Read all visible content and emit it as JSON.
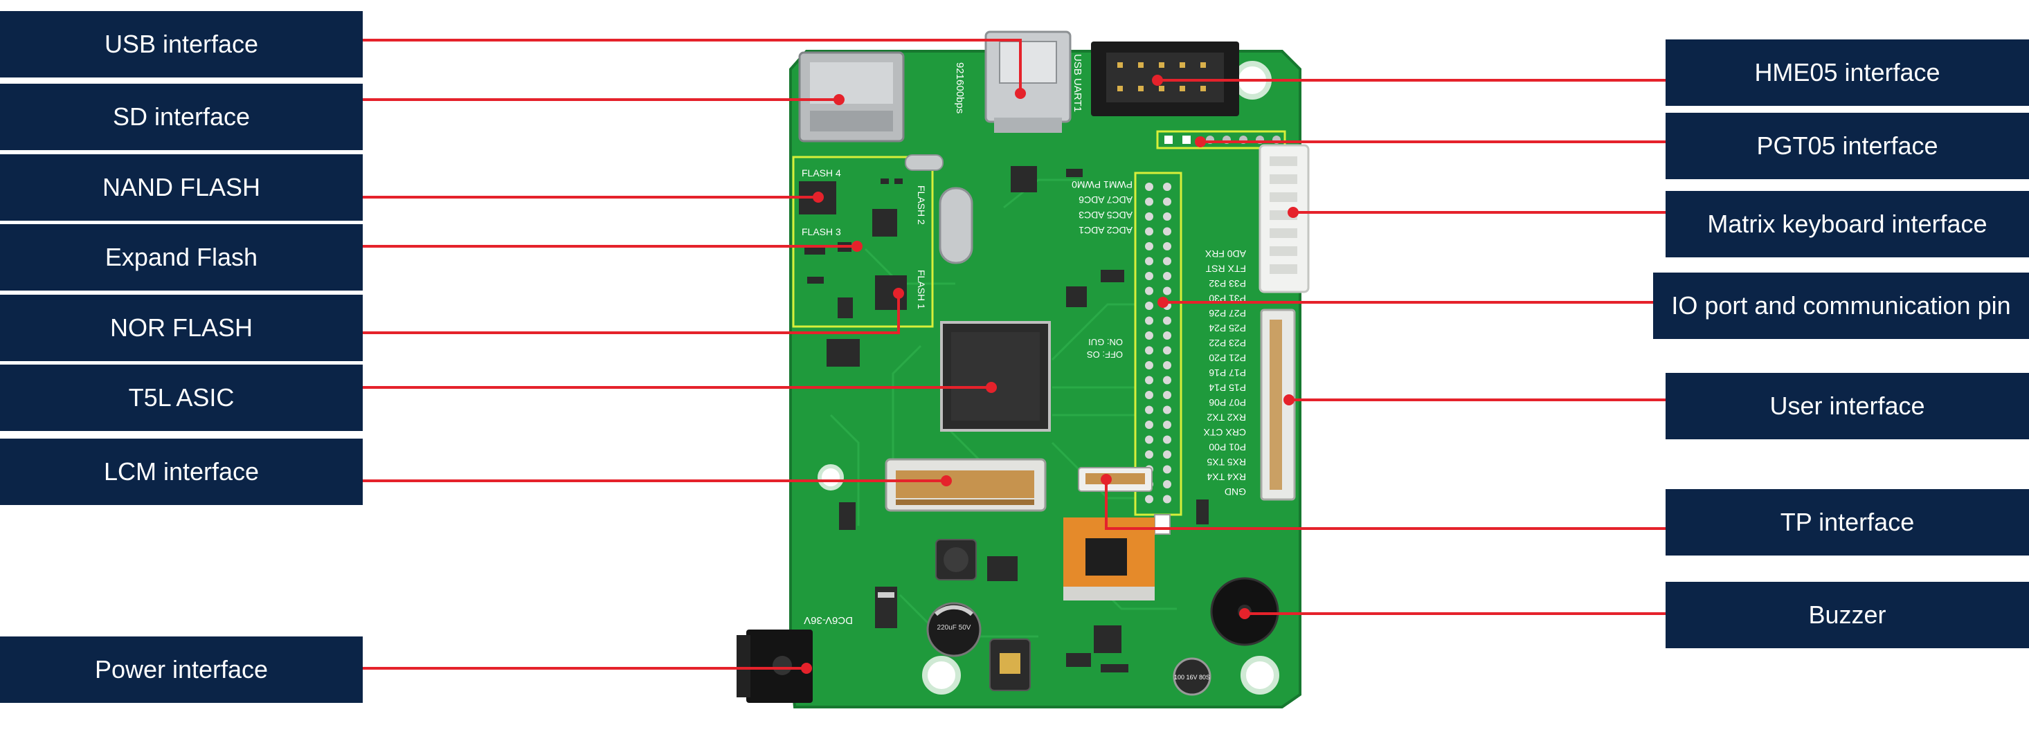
{
  "colors": {
    "label_bg": "#0b2447",
    "label_text": "#ffffff",
    "leader_line": "#e5222b",
    "pcb": "#1f9a3c",
    "highlight": "#d7ef3a"
  },
  "callouts_left": [
    {
      "id": "usb",
      "label": "USB interface"
    },
    {
      "id": "sd",
      "label": "SD interface"
    },
    {
      "id": "nand",
      "label": "NAND FLASH"
    },
    {
      "id": "expand",
      "label": "Expand Flash"
    },
    {
      "id": "nor",
      "label": "NOR FLASH"
    },
    {
      "id": "asic",
      "label": "T5L ASIC"
    },
    {
      "id": "lcm",
      "label": "LCM interface"
    },
    {
      "id": "power",
      "label": "Power interface"
    }
  ],
  "callouts_right": [
    {
      "id": "hme05",
      "label": "HME05 interface"
    },
    {
      "id": "pgt05",
      "label": "PGT05 interface"
    },
    {
      "id": "matrix",
      "label": "Matrix keyboard interface"
    },
    {
      "id": "io",
      "label": "IO port and communication pin"
    },
    {
      "id": "user",
      "label": "User interface"
    },
    {
      "id": "tp",
      "label": "TP interface"
    },
    {
      "id": "buzzer",
      "label": "Buzzer"
    }
  ],
  "board_silkscreen": {
    "flash_labels": [
      "FLASH 4",
      "FLASH 3",
      "FLASH 2",
      "FLASH 1"
    ],
    "baud": "921600bps",
    "usb_uart": "USB UART1",
    "dc_input": "DC6V-36V",
    "capacitor_left": "220uF 50V",
    "capacitor_right": "100 16V 80S",
    "header_labels": [
      "AD0 FRX",
      "FTX RST",
      "P33 P32",
      "P31 P30",
      "P27 P26",
      "P25 P24",
      "P23 P22",
      "P21 P20",
      "P17 P16",
      "P15 P14",
      "P07 P06",
      "RX2 TX2",
      "CRX CTX",
      "P01 P00",
      "RX5 TX5",
      "RX4 TX4",
      "GND"
    ],
    "adc_labels": [
      "PWM1 PWM0",
      "ADC7 ADC6",
      "ADC5 ADC3",
      "ADC2 ADC1"
    ],
    "switch_labels": [
      "ON: GUI",
      "OFF: OS"
    ]
  }
}
